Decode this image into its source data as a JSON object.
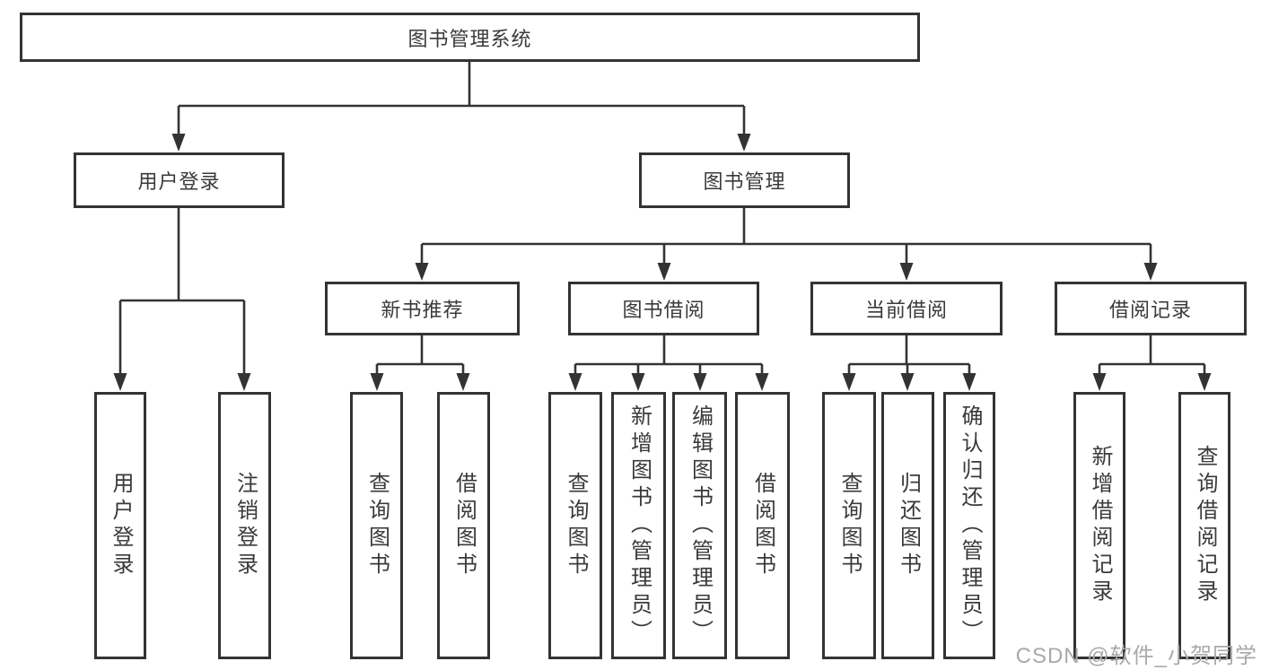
{
  "diagram": {
    "root": {
      "label": "图书管理系统"
    },
    "branches": [
      {
        "label": "用户登录",
        "children": [
          "用户登录",
          "注销登录"
        ]
      },
      {
        "label": "图书管理"
      }
    ],
    "modules": [
      {
        "label": "新书推荐",
        "children": [
          "查询图书",
          "借阅图书"
        ]
      },
      {
        "label": "图书借阅",
        "children": [
          "查询图书",
          "新增图书（管理员）",
          "编辑图书（管理员）",
          "借阅图书"
        ]
      },
      {
        "label": "当前借阅",
        "children": [
          "查询图书",
          "归还图书",
          "确认归还（管理员）"
        ]
      },
      {
        "label": "借阅记录",
        "children": [
          "新增借阅记录",
          "查询借阅记录"
        ]
      }
    ]
  },
  "watermark": {
    "text": "CSDN @软件_小贺同学"
  },
  "colors": {
    "line": "#333333",
    "text": "#3a3a3a",
    "background": "#ffffff",
    "watermark": "#a9a9a9"
  }
}
